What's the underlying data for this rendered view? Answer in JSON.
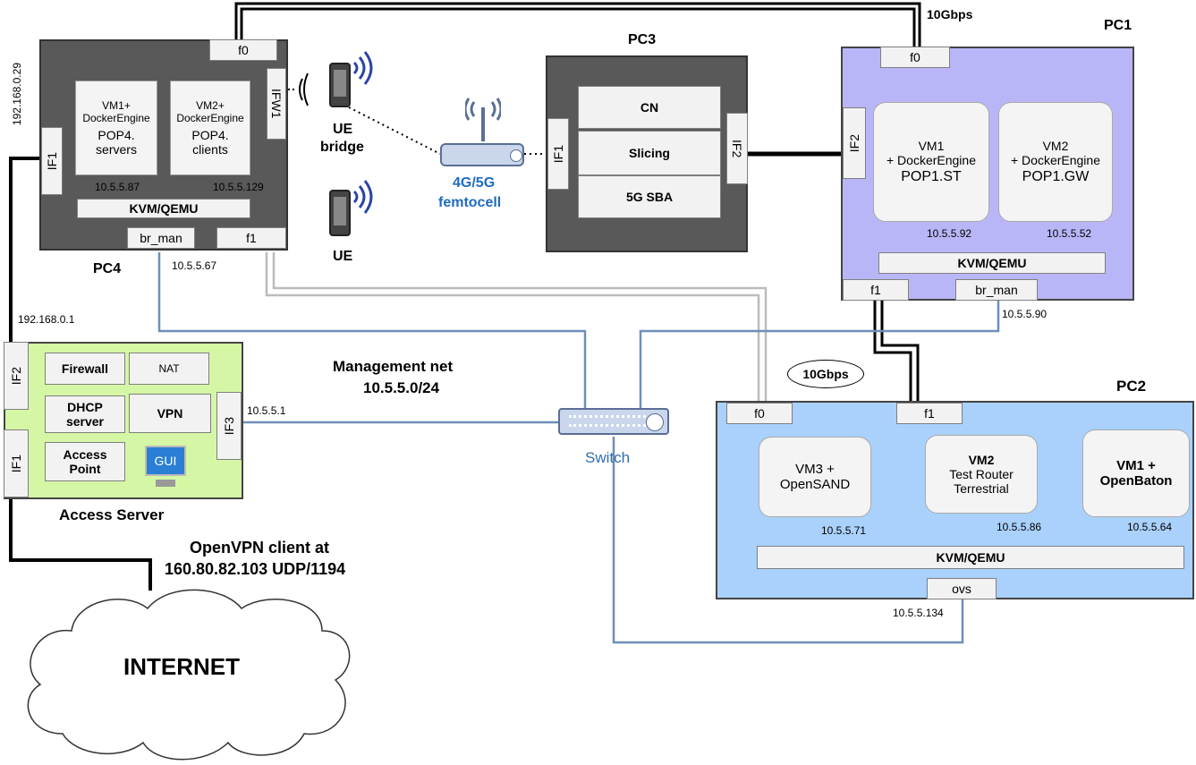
{
  "labels": {
    "ip_192_168_0_29": "192.168.0.29",
    "ip_192_168_0_1": "192.168.0.1",
    "bw_top": "10Gbps",
    "bw_mid": "10Gbps",
    "mgmt_title": "Management net",
    "mgmt_subnet": "10.5.5.0/24",
    "openvpn_line1": "OpenVPN client at",
    "openvpn_line2": "160.80.82.103 UDP/1194",
    "internet": "INTERNET",
    "switch": "Switch",
    "femto_line1": "4G/5G",
    "femto_line2": "femtocell",
    "ue_bridge_1": "UE",
    "ue_bridge_2": "bridge",
    "ue": "UE"
  },
  "pc4": {
    "title": "PC4",
    "f0": "f0",
    "f1": "f1",
    "if1": "IF1",
    "ifw1": "IFW1",
    "vm1_line1": "VM1+",
    "vm1_line2": "DockerEngine",
    "vm1_line3": "POP4.",
    "vm1_line4": "servers",
    "vm2_line1": "VM2+",
    "vm2_line2": "DockerEngine",
    "vm2_line3": "POP4.",
    "vm2_line4": "clients",
    "ip_vm1": "10.5.5.87",
    "ip_vm2": "10.5.5.129",
    "kvm": "KVM/QEMU",
    "br_man": "br_man",
    "ip_br": "10.5.5.67"
  },
  "pc3": {
    "title": "PC3",
    "if1": "IF1",
    "if2": "IF2",
    "layers": [
      "CN",
      "Slicing",
      "5G SBA"
    ]
  },
  "pc1": {
    "title": "PC1",
    "f0": "f0",
    "f1": "f1",
    "if2": "IF2",
    "vm1_line1": "VM1",
    "vm1_line2": "+ DockerEngine",
    "vm1_line3": "POP1.ST",
    "vm2_line1": "VM2",
    "vm2_line2": "+ DockerEngine",
    "vm2_line3": "POP1.GW",
    "ip_vm1": "10.5.5.92",
    "ip_vm2": "10.5.5.52",
    "kvm": "KVM/QEMU",
    "br_man": "br_man",
    "ip_br": "10.5.5.90"
  },
  "pc2": {
    "title": "PC2",
    "f0": "f0",
    "f1": "f1",
    "vm3_line1": "VM3 +",
    "vm3_line2": "OpenSAND",
    "vm2_line1": "VM2",
    "vm2_line2": "Test Router",
    "vm2_line3": "Terrestrial",
    "vm1_line1": "VM1 +",
    "vm1_line2": "OpenBaton",
    "ip_vm3": "10.5.5.71",
    "ip_vm2": "10.5.5.86",
    "ip_vm1": "10.5.5.64",
    "kvm": "KVM/QEMU",
    "ovs": "ovs",
    "ip_ovs": "10.5.5.134"
  },
  "access": {
    "title": "Access Server",
    "if1": "IF1",
    "if2": "IF2",
    "if3": "IF3",
    "ip_if3": "10.5.5.1",
    "firewall": "Firewall",
    "nat": "NAT",
    "dhcp_line1": "DHCP",
    "dhcp_line2": "server",
    "vpn": "VPN",
    "ap_line1": "Access",
    "ap_line2": "Point",
    "gui": "GUI"
  },
  "colors": {
    "pc_dark": "#595959",
    "pc1_fill": "#b9b6f7",
    "pc2_fill": "#a9d1fb",
    "access_fill": "#d5f7a5",
    "mgmt_line": "#6f8fb8",
    "femto_text": "#1f6bbf",
    "switch_text": "#2e6fb5"
  }
}
